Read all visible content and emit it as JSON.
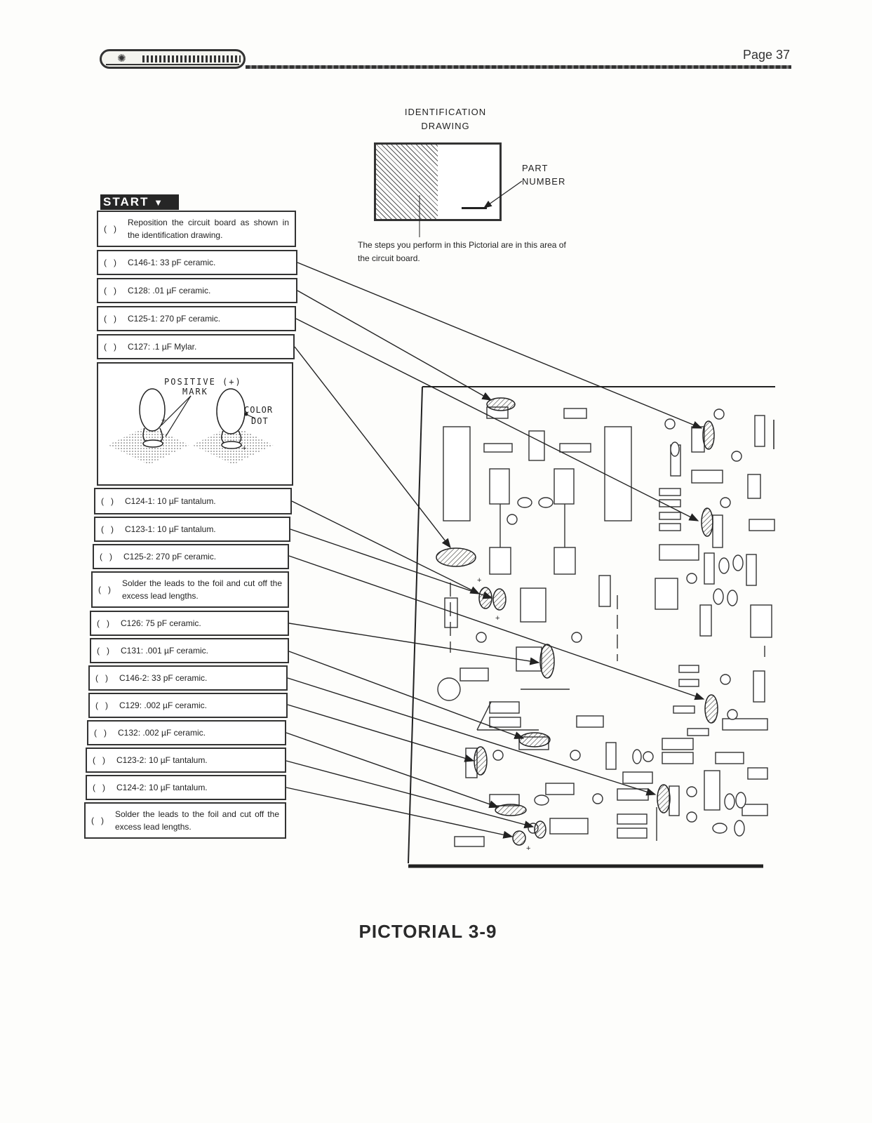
{
  "header": {
    "page_number": "Page 37",
    "logo_icon": "company-logo-badge"
  },
  "identification": {
    "title_line1": "IDENTIFICATION",
    "title_line2": "DRAWING",
    "part_label_line1": "PART",
    "part_label_line2": "NUMBER",
    "caption": "The steps you perform in this Pictorial are in this area of the circuit board."
  },
  "start_label": "START",
  "check_mark": "(   )",
  "steps": [
    {
      "text": "Reposition the circuit board as shown in the identification drawing."
    },
    {
      "text": "C146-1: 33 pF ceramic."
    },
    {
      "text": "C128: .01 µF ceramic."
    },
    {
      "text": "C125-1: 270 pF ceramic."
    },
    {
      "text": "C127: .1 µF Mylar."
    },
    {
      "text": "C124-1: 10 µF tantalum."
    },
    {
      "text": "C123-1: 10 µF tantalum."
    },
    {
      "text": "C125-2: 270 pF ceramic."
    },
    {
      "text": "Solder the leads to the foil and cut off the excess lead lengths."
    },
    {
      "text": "C126: 75 pF ceramic."
    },
    {
      "text": "C131: .001 µF ceramic."
    },
    {
      "text": "C146-2: 33 pF ceramic."
    },
    {
      "text": "C129: .002 µF ceramic."
    },
    {
      "text": "C132: .002 µF ceramic."
    },
    {
      "text": "C123-2: 10 µF tantalum."
    },
    {
      "text": "C124-2: 10 µF tantalum."
    },
    {
      "text": "Solder the leads to the foil and cut off the excess lead lengths."
    }
  ],
  "polarity_figure": {
    "positive_line1": "POSITIVE (+)",
    "positive_line2": "MARK",
    "color_line1": "COLOR",
    "color_line2": "DOT",
    "plus": "+"
  },
  "board": {
    "plus": "+"
  },
  "pictorial_title": "PICTORIAL 3-9"
}
